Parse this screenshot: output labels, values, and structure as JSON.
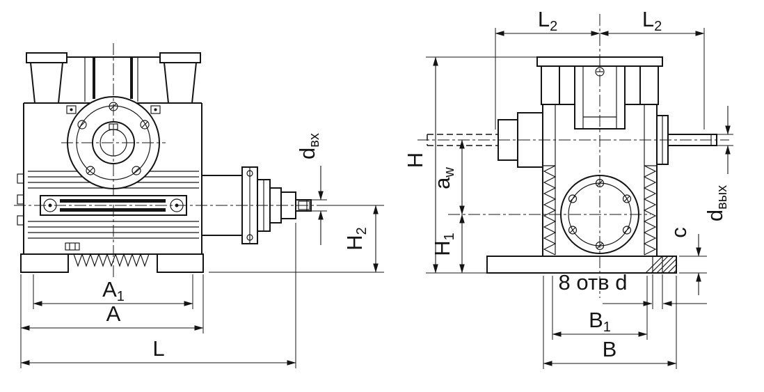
{
  "drawing": {
    "colors": {
      "line": "#141414",
      "background": "#ffffff"
    }
  },
  "left_view": {
    "dimensions": {
      "A1": {
        "base": "A",
        "sub": "1"
      },
      "A": {
        "base": "A",
        "sub": ""
      },
      "L": {
        "base": "L",
        "sub": ""
      },
      "H2": {
        "base": "H",
        "sub": "2"
      },
      "d_in": {
        "base": "d",
        "sub": "вх"
      }
    }
  },
  "right_view": {
    "dimensions": {
      "L2": {
        "base": "L",
        "sub": "2"
      },
      "H": {
        "base": "H",
        "sub": ""
      },
      "a_w": {
        "base": "a",
        "sub": "w"
      },
      "H1": {
        "base": "H",
        "sub": "1"
      },
      "c": {
        "base": "c",
        "sub": ""
      },
      "d_out": {
        "base": "d",
        "sub": "вых"
      },
      "holes_note": {
        "text": "8 отв d"
      },
      "B1": {
        "base": "B",
        "sub": "1"
      },
      "B": {
        "base": "B",
        "sub": ""
      }
    }
  }
}
